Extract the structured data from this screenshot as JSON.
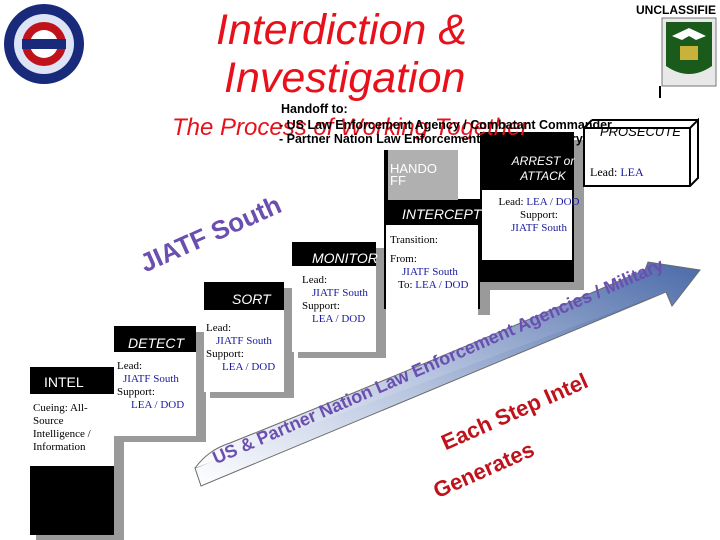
{
  "header": {
    "title_line1": "Interdiction &",
    "title_line2": "Investigation",
    "classification": "UNCLASSIFIE",
    "subtitle": "The Process of Working Together"
  },
  "handoff": {
    "heading": "Handoff to:",
    "line1": "- US Law Enforcement Agency / Combatant Commander",
    "line2": "- Partner Nation Law Enforcement Agency / Military"
  },
  "steps": {
    "intel": "INTEL",
    "detect": "DETECT",
    "sort": "SORT",
    "monitor": "MONITOR",
    "intercept": "INTERCEPT",
    "handoff_box": "HANDO FF",
    "arrest": "ARREST or ATTACK",
    "prosecute": "PROSECUTE"
  },
  "notes": {
    "cueing": "Cueing: All-Source Intelligence / Information",
    "detect_lead_label": "Lead:",
    "detect_lead": "JIATF South",
    "detect_support_label": "Support:",
    "detect_support": "LEA / DOD",
    "sort_lead_label": "Lead:",
    "sort_lead": "JIATF South",
    "sort_support_label": "Support:",
    "sort_support": "LEA / DOD",
    "monitor_lead_label": "Lead:",
    "monitor_lead": "JIATF South",
    "monitor_support_label": "Support:",
    "monitor_support": "LEA / DOD",
    "transition_label": "Transition:",
    "transition_from_label": "From:",
    "transition_from": "JIATF South",
    "transition_to_label": "To:",
    "transition_to": "LEA / DOD",
    "intercept_lead_label": "Lead:",
    "intercept_lead": "LEA / DOD",
    "intercept_support_label": "Support:",
    "intercept_support": "JIATF South",
    "arrest_lead_label": "Lead:",
    "arrest_lead": "LEA"
  },
  "watermark": {
    "jiatf_south": "JIATF South",
    "partners": "US & Partner Nation Law Enforcement Agencies / Military",
    "each_step": "Each Step Intel",
    "generates": "Generates"
  },
  "colors": {
    "title_red": "#e8101a",
    "box_fill": "#000000",
    "box_shadow": "#9a9a9a",
    "arrow_grad_light": "#ffffff",
    "arrow_grad_dark": "#4a6aa8",
    "watermark_purple": "#6b4fb0",
    "watermark_red": "#c0121a"
  },
  "icons": {
    "left_logo": "jiatf-south-seal-icon",
    "right_logo": "southcom-eagle-crest-icon"
  }
}
